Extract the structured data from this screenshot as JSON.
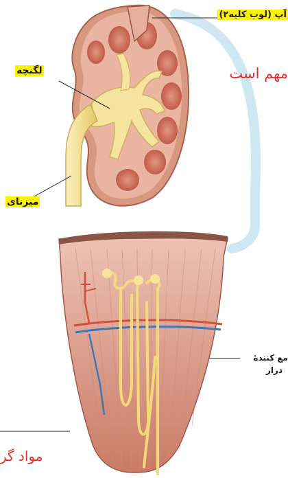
{
  "labels": {
    "top_clipped": "",
    "lobe": "آپ (لوب کلیه۲)",
    "pelvis": "لگنچه",
    "ureter": "میزنای",
    "side_note": "مهم است",
    "collecting_duct_line1": "مع کنندهٔ",
    "collecting_duct_line2": "درار",
    "bottom_note": "مواد گر"
  },
  "colors": {
    "highlight": "#fff200",
    "red_text": "#e3302a",
    "kidney_outer": "#c9826c",
    "pelvis_yellow": "#f1df8c",
    "pyramid": "#c85a45",
    "connector_blue": "#cfe7f2",
    "vessel_blue": "#3f76b9"
  }
}
